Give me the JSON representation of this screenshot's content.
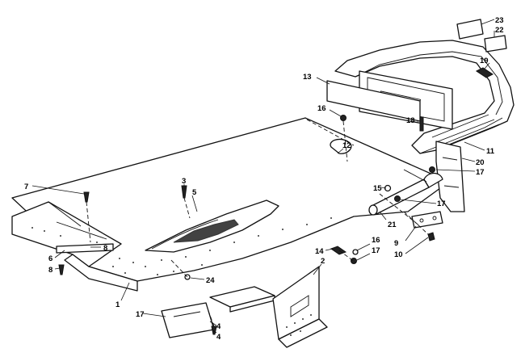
{
  "colors": {
    "ink": "#111111",
    "paper": "#ffffff"
  },
  "callouts": [
    "1",
    "2",
    "3",
    "4",
    "4",
    "5",
    "6",
    "7",
    "8",
    "8",
    "9",
    "10",
    "11",
    "12",
    "13",
    "14",
    "15",
    "16",
    "16",
    "17",
    "17",
    "17",
    "17",
    "18",
    "19",
    "20",
    "21",
    "22",
    "23",
    "24"
  ]
}
